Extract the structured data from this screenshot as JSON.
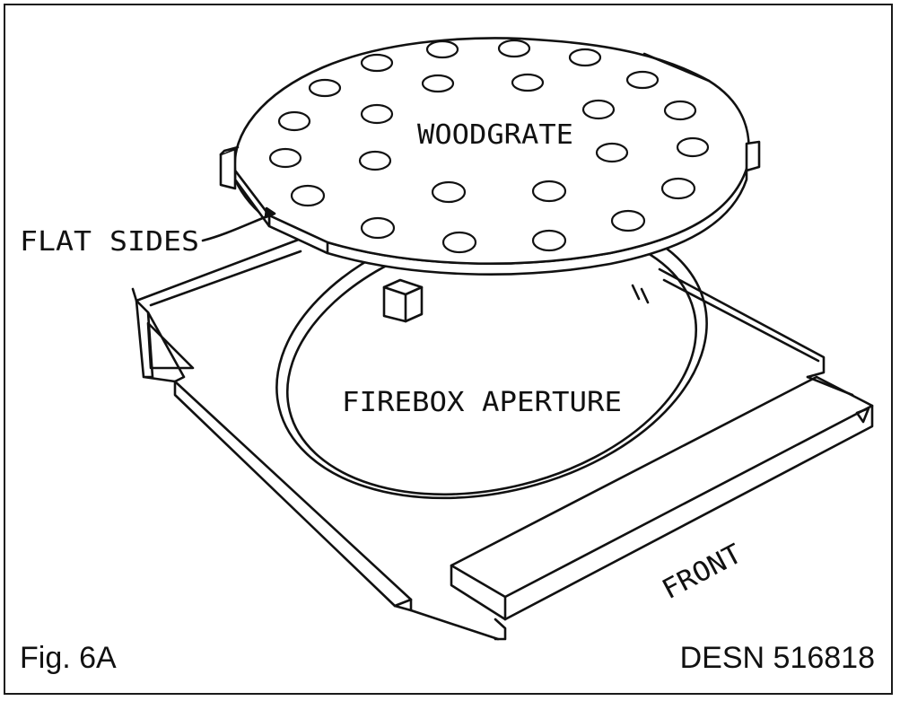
{
  "labels": {
    "woodgrate": "WOODGRATE",
    "flat_sides": "FLAT SIDES",
    "firebox_aperture": "FIREBOX APERTURE",
    "front": "FRONT"
  },
  "caption": {
    "figure": "Fig. 6A",
    "design_number": "DESN 516818"
  },
  "colors": {
    "line": "#111111",
    "background": "#ffffff"
  }
}
